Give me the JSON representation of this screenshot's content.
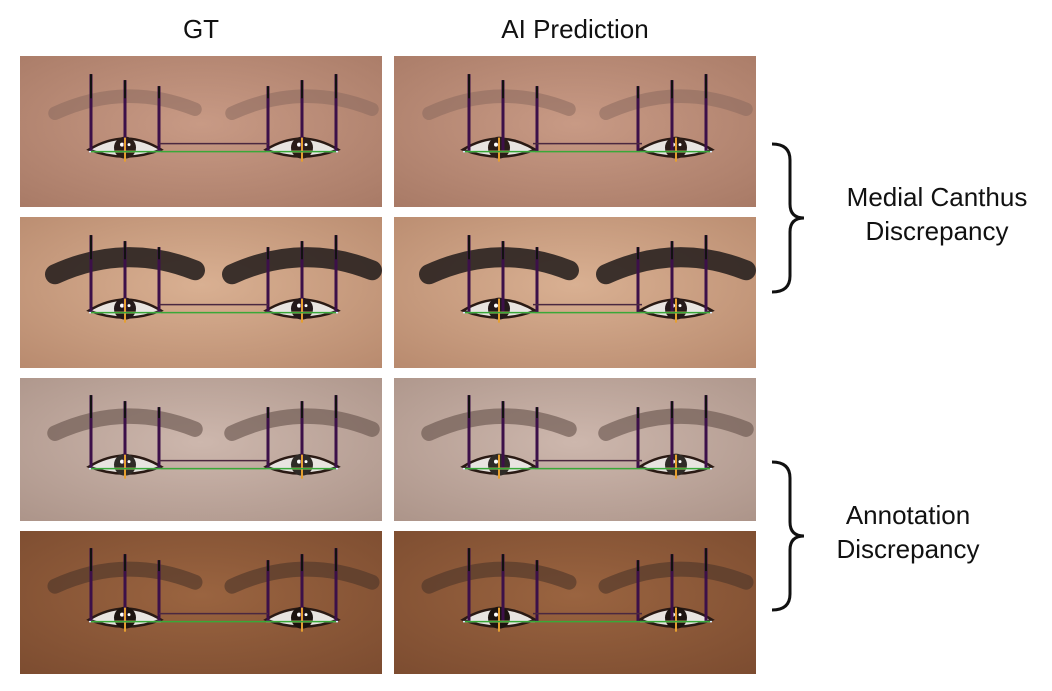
{
  "columns": {
    "gt": "GT",
    "ai": "AI Prediction"
  },
  "groups": {
    "medial_line1": "Medial Canthus",
    "medial_line2": "Discrepancy",
    "annot_line1": "Annotation",
    "annot_line2": "Discrepancy"
  },
  "rows": [
    {
      "skin": "#c89a85",
      "skin_dark": "#a87a66",
      "brow": "#8a6a5e",
      "brow_strength": 0.35,
      "iris": "#2a1d18"
    },
    {
      "skin": "#d9b092",
      "skin_dark": "#b88a6e",
      "brow": "#2a2220",
      "brow_strength": 1.0,
      "iris": "#24191a"
    },
    {
      "skin": "#cdb7ad",
      "skin_dark": "#ac9489",
      "brow": "#6c5750",
      "brow_strength": 0.55,
      "iris": "#2f2b27"
    },
    {
      "skin": "#9a6440",
      "skin_dark": "#7c4c30",
      "brow": "#4e362a",
      "brow_strength": 0.5,
      "iris": "#1c1410"
    }
  ],
  "colors": {
    "landmark_line": "#3c1049",
    "landmark_line_black": "#111111",
    "horizontal_green": "#3aa838",
    "horizontal_dark": "#4a2840",
    "pupil_cross": "#e6a030",
    "lid_line": "#d8f0ff"
  }
}
